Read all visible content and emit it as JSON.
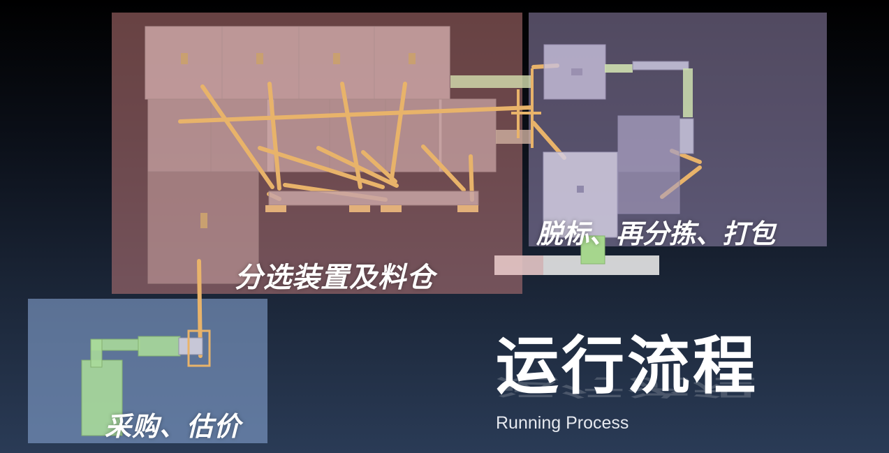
{
  "title": {
    "main": "运行流程",
    "subtitle": "Running Process"
  },
  "zones": {
    "sorting": {
      "label": "分选装置及料仓"
    },
    "delabel": {
      "label": "脱标、再分拣、打包"
    },
    "purchase": {
      "label": "采购、估价"
    }
  },
  "colors": {
    "sorting_zone": "#be7878",
    "delabel_zone": "#9687af",
    "purchase_zone": "#82a0cd",
    "conveyor": "#e8b36a",
    "machine_green": "#a9d99a"
  }
}
